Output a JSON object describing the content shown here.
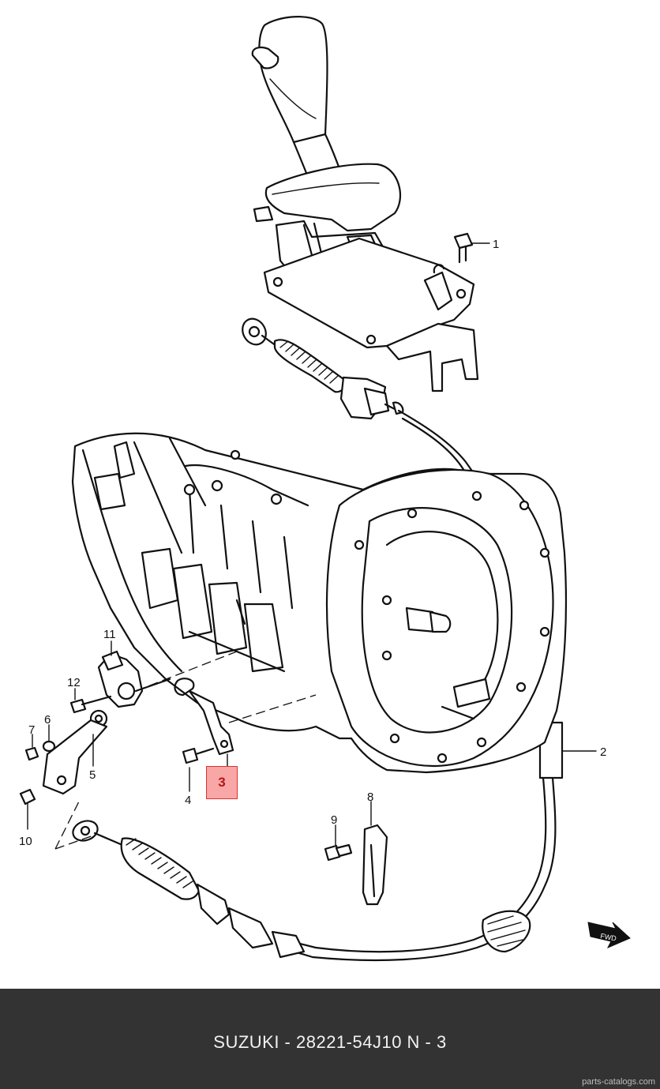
{
  "diagram": {
    "labels": {
      "1": "1",
      "2": "2",
      "3": "3",
      "4": "4",
      "5": "5",
      "6": "6",
      "7": "7",
      "8": "8",
      "9": "9",
      "10": "10",
      "11": "11",
      "12": "12"
    },
    "highlighted_part": "3",
    "highlight_color": "#f8a6a6"
  },
  "footer": {
    "title": "SUZUKI - 28221-54J10    N - 3",
    "watermark": "parts-catalogs.com",
    "background": "#333333"
  }
}
